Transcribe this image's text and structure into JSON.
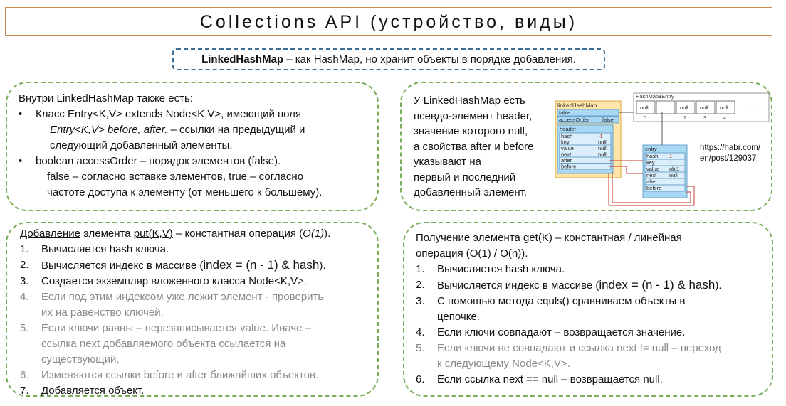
{
  "title": "Collections API (устройство, виды)",
  "subtitle": {
    "strong": "LinkedHashMap",
    "rest": " – как HashMap, но хранит объекты в порядке добавления."
  },
  "box1": {
    "intro": "Внутри LinkedHashMap также есть:",
    "bullet": "•",
    "item1_line1": "Класс Entry<K,V> extends Node<K,V>, имеющий поля",
    "item1_italic": "Entry<K,V> before, after.",
    "item1_rest": " – ссылки на предыдущий и",
    "item1_line3": "следующий добавленный элементы.",
    "item2_line1": "boolean accessOrder – порядок элементов (false).",
    "item2_line2": "false – согласно вставке элементов, true – согласно",
    "item2_line3": "частоте доступа к элементу (от меньшего к большему)."
  },
  "box2": {
    "lines": [
      "У LinkedHashMap есть",
      "псевдо-элемент header,",
      "значение которого null,",
      "а свойства after и before",
      "указывают на",
      "первый и последний",
      "добавленный элемент."
    ],
    "link_line1": "https://habr.com/",
    "link_line2": "en/post/129037",
    "diagram": {
      "map_title": "linkedHashMap",
      "table_label": "table",
      "access_label": "accessOrder",
      "access_value": "false",
      "header_title": "header",
      "header_rows": [
        [
          "hash",
          "-1"
        ],
        [
          "key",
          "null"
        ],
        [
          "value",
          "null"
        ],
        [
          "next",
          "null"
        ],
        [
          "after",
          ""
        ],
        [
          "before",
          ""
        ]
      ],
      "array_title": "HashMap$Entry",
      "array_cells": [
        "null",
        "",
        "null",
        "null",
        "null"
      ],
      "array_indices": [
        "0",
        "",
        "2",
        "3",
        "4"
      ],
      "array_more": ". . .",
      "entry_title": "entry",
      "entry_rows": [
        [
          "hash",
          "1"
        ],
        [
          "key",
          "1"
        ],
        [
          "value",
          "obj1"
        ],
        [
          "next",
          "null"
        ],
        [
          "after",
          ""
        ],
        [
          "before",
          ""
        ]
      ]
    }
  },
  "box3": {
    "head_u1": "Добавление",
    "head_mid": " элемента ",
    "head_u2": "put(K,V)",
    "head_rest": " – константная операция (",
    "head_italic": "O(1)",
    "head_end": ").",
    "items": [
      {
        "n": "1.",
        "lines": [
          "Вычисляется hash ключа."
        ],
        "gray": false
      },
      {
        "n": "2.",
        "text": "Вычисляется индекс в массиве (",
        "big": "index = (n - 1) & hash",
        "end": ").",
        "gray": false
      },
      {
        "n": "3.",
        "lines": [
          "Создается экземпляр вложенного класса Node<K,V>."
        ],
        "gray": false
      },
      {
        "n": "4.",
        "lines": [
          "Если под этим индексом уже лежит элемент - проверить",
          "их на равенство ключей."
        ],
        "gray": true
      },
      {
        "n": "5.",
        "lines": [
          "Если ключи равны – перезаписывается value. Иначе –",
          "ссылка next добавляемого объекта ссылается на",
          "существующий."
        ],
        "gray": true
      },
      {
        "n": "6.",
        "lines": [
          "Изменяются ссылки before и after ближайших объектов."
        ],
        "gray": true
      },
      {
        "n": "7.",
        "lines": [
          "Добавляется объект."
        ],
        "gray": false
      }
    ]
  },
  "box4": {
    "head_u1": "Получение",
    "head_mid": " элемента ",
    "head_u2": "get(K)",
    "head_rest": " – константная / линейная",
    "head_line2": "операция (O(1) / O(n)).",
    "items": [
      {
        "n": "1.",
        "lines": [
          "Вычисляется hash ключа."
        ],
        "gray": false
      },
      {
        "n": "2.",
        "text": "Вычисляется индекс в массиве (",
        "big": "index = (n - 1) & hash",
        "end": ").",
        "gray": false
      },
      {
        "n": "3.",
        "lines": [
          "С помощью метода equls() сравниваем объекты в",
          "цепочке."
        ],
        "gray": false
      },
      {
        "n": "4.",
        "lines": [
          "Если ключи совпадают – возвращается значение."
        ],
        "gray": false
      },
      {
        "n": "5.",
        "lines": [
          "Если ключи не совпадают и ссылка next != null – переход",
          "к следующему Node<K,V>."
        ],
        "gray": true
      },
      {
        "n": "6.",
        "lines": [
          "Если ссылка next == null – возвращается null."
        ],
        "gray": false
      }
    ]
  }
}
